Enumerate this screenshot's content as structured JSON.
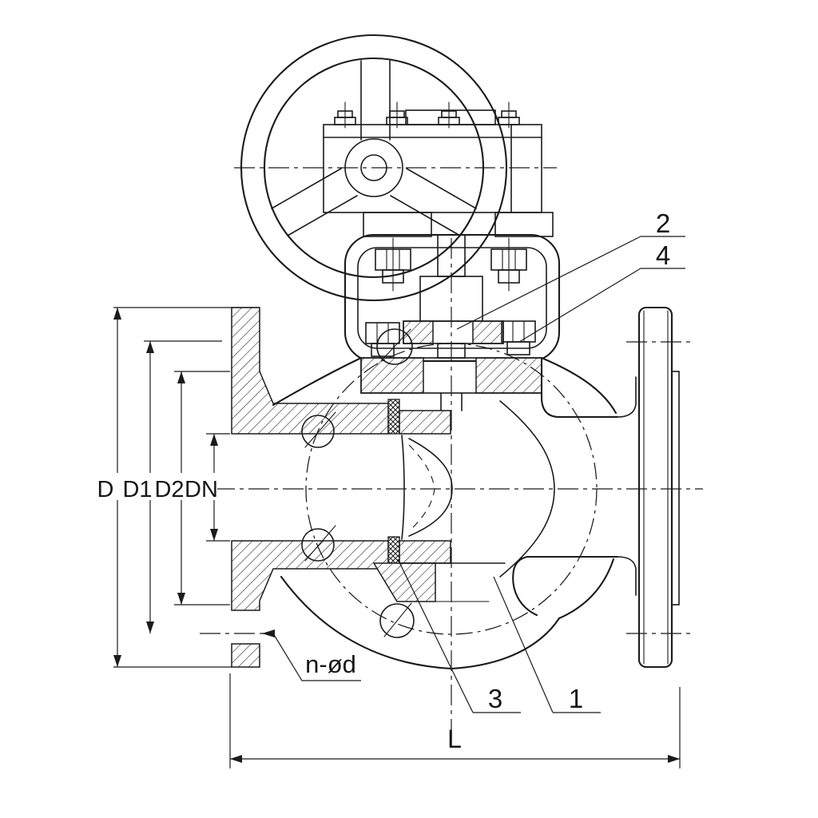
{
  "colors": {
    "background": "#ffffff",
    "line": "#1b1b1b"
  },
  "dimensions": {
    "d": "D",
    "d1": "D1",
    "d2": "D2",
    "dn": "DN",
    "length": "L",
    "bolt_holes": "n-ød"
  },
  "callouts": {
    "c1": "1",
    "c2": "2",
    "c3": "3",
    "c4": "4"
  }
}
